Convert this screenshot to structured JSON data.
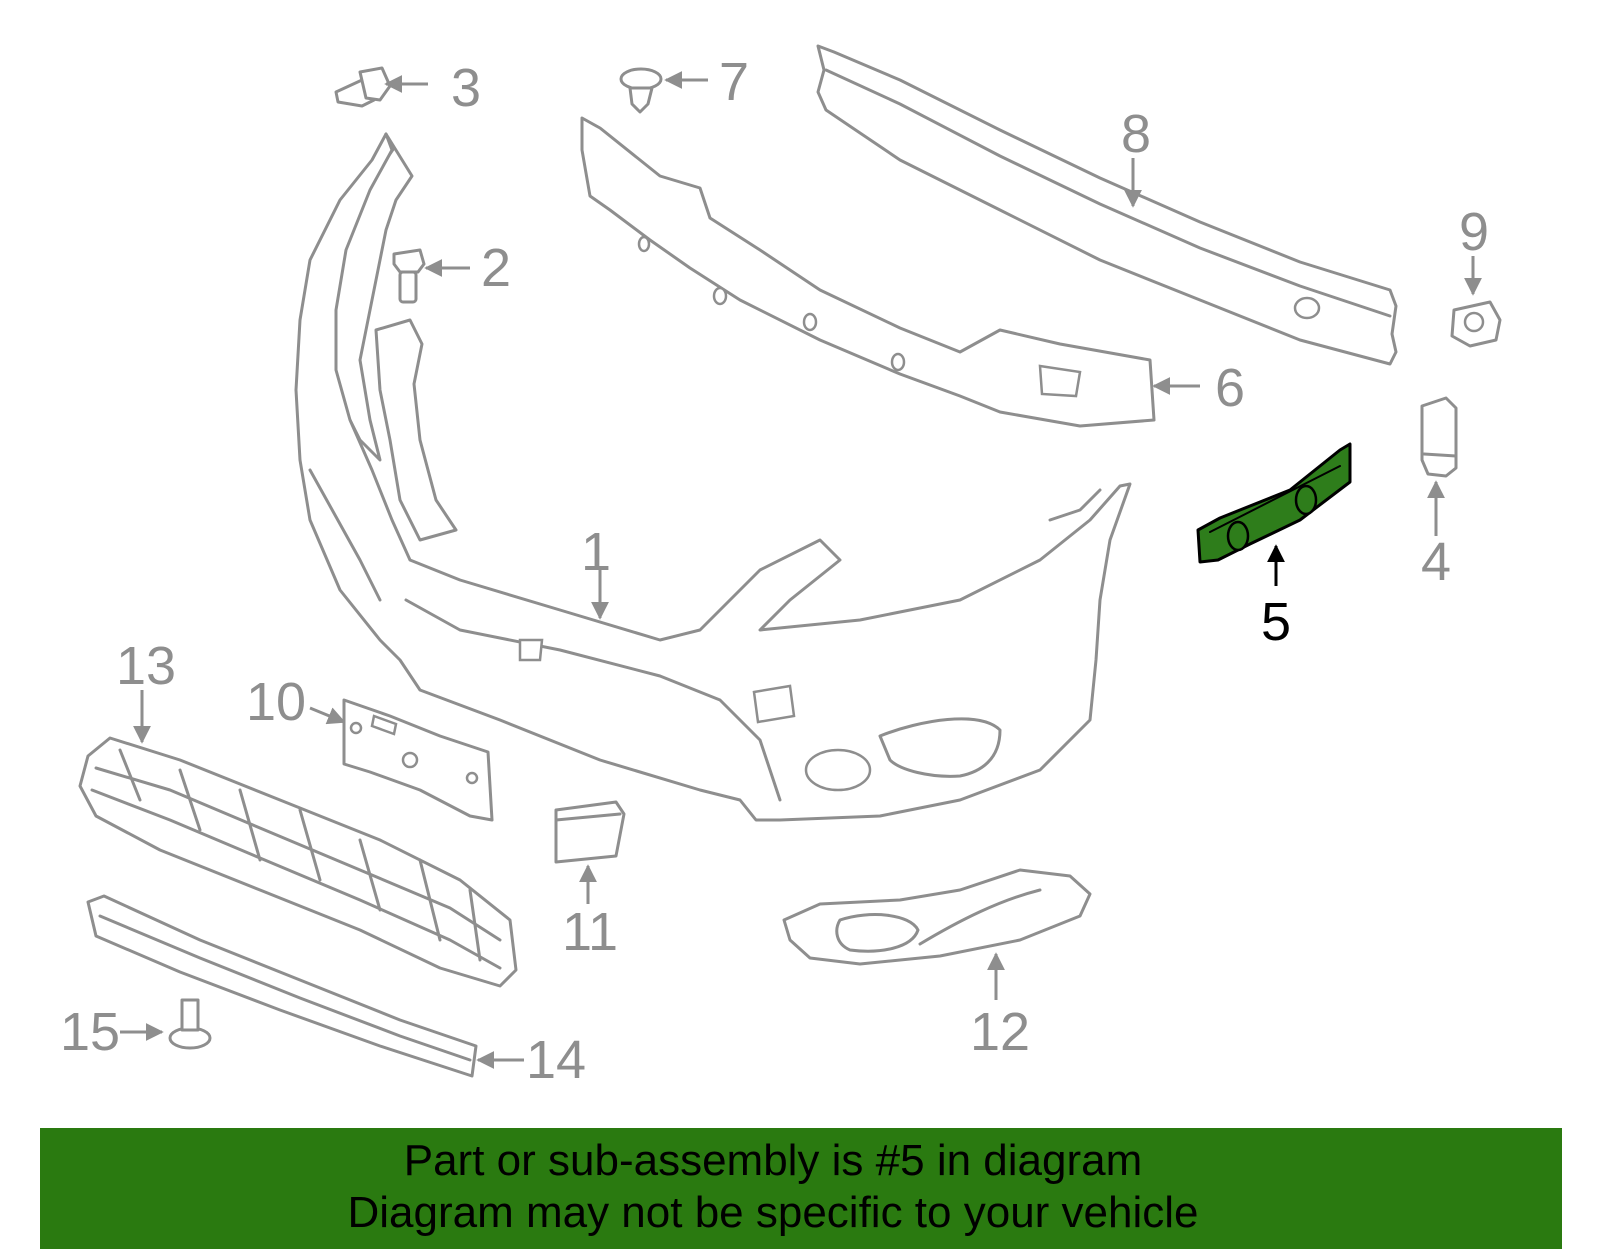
{
  "callouts": {
    "c1": "1",
    "c2": "2",
    "c3": "3",
    "c4": "4",
    "c5": "5",
    "c6": "6",
    "c7": "7",
    "c8": "8",
    "c9": "9",
    "c10": "10",
    "c11": "11",
    "c12": "12",
    "c13": "13",
    "c14": "14",
    "c15": "15"
  },
  "highlight": {
    "part": "5",
    "color": "#2e7d1b"
  },
  "banner": {
    "line1": "Part or sub-assembly is #5 in diagram",
    "line2": "Diagram may not be specific to your vehicle",
    "color": "#2a7a10"
  }
}
